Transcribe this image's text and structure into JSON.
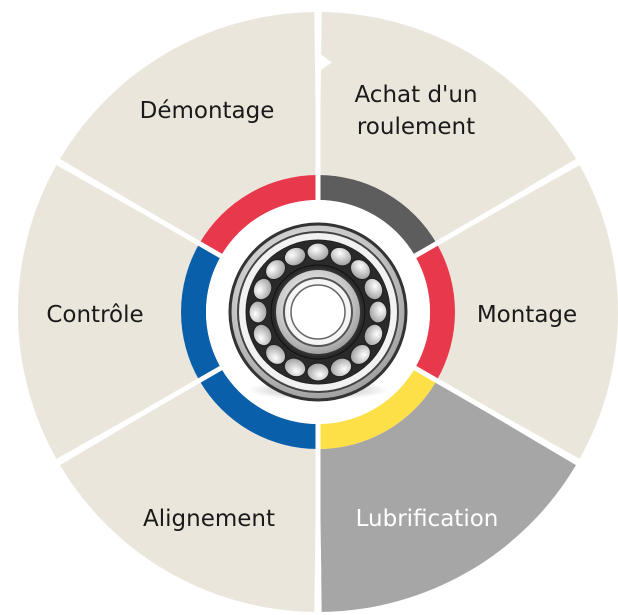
{
  "diagram": {
    "colors": {
      "segment_default": "#ebe6dc",
      "segment_highlight": "#a6a6a6",
      "separator": "#ffffff",
      "ring_red": "#e8394c",
      "ring_dark": "#5d5d5d",
      "ring_yellow": "#fde047",
      "ring_blue": "#0a5fab",
      "label_dark": "#1a1a1a",
      "label_light": "#ffffff"
    },
    "segments": [
      {
        "label_lines": [
          "Achat d'un",
          "roulement"
        ],
        "ring_color": "dark",
        "highlighted": false
      },
      {
        "label_lines": [
          "Montage"
        ],
        "ring_color": "red",
        "highlighted": false
      },
      {
        "label_lines": [
          "Lubrification"
        ],
        "ring_color": "yellow",
        "highlighted": true
      },
      {
        "label_lines": [
          "Alignement"
        ],
        "ring_color": "blue",
        "highlighted": false
      },
      {
        "label_lines": [
          "Contrôle"
        ],
        "ring_color": "blue",
        "highlighted": false
      },
      {
        "label_lines": [
          "Démontage"
        ],
        "ring_color": "red",
        "highlighted": false
      }
    ],
    "center_image": "spherical-roller-bearing-icon"
  }
}
